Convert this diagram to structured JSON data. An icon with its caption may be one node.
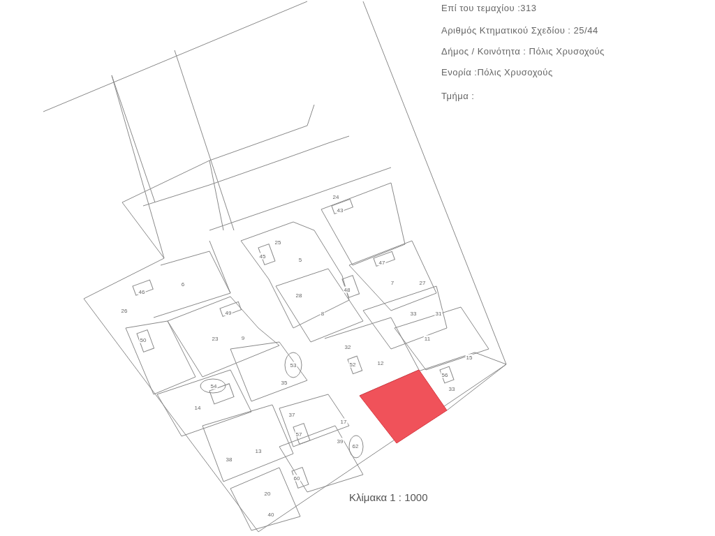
{
  "diagram": {
    "labels": [
      "Επί του τεμαχίου :313",
      "Αριθμός Κτηματικού Σχεδίου : 25/44",
      "Δήμος / Κοινότητα : Πόλις Χρυσοχούς",
      "Ενορία :Πόλις Χρυσοχούς",
      "Τμήμα :",
      "24",
      "43",
      "25",
      "45",
      "5",
      "46",
      "6",
      "26",
      "28",
      "48",
      "8",
      "47",
      "7",
      "27",
      "33",
      "31",
      "49",
      "9",
      "23",
      "50",
      "53",
      "35",
      "54",
      "14",
      "32",
      "52",
      "12",
      "11",
      "15",
      "56",
      "33",
      "37",
      "17",
      "57",
      "39",
      "62",
      "38",
      "13",
      "60",
      "20",
      "40",
      "Κλίμακα 1 : 1000"
    ]
  }
}
